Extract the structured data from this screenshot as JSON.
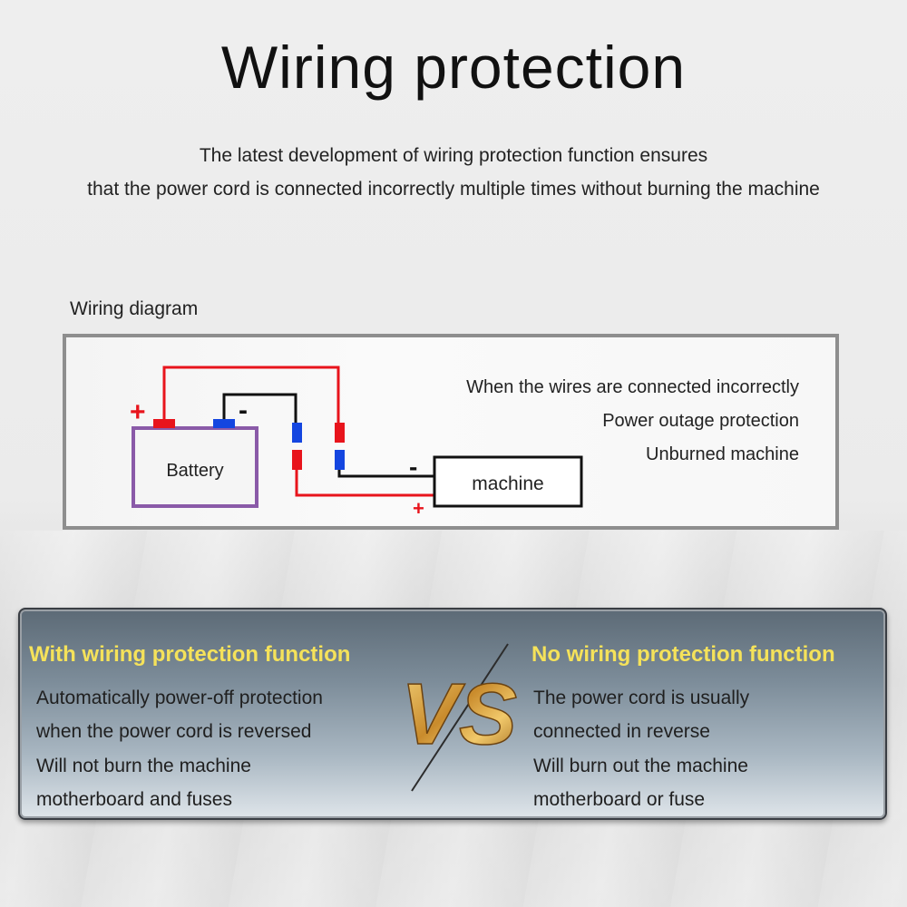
{
  "header": {
    "title": "Wiring protection",
    "subtitle_line1": "The latest development of wiring protection function ensures",
    "subtitle_line2": "that the power cord is connected incorrectly multiple times without burning the machine"
  },
  "diagram": {
    "label": "Wiring diagram",
    "battery_label": "Battery",
    "machine_label": "machine",
    "plus_sign": "+",
    "minus_sign": "-",
    "descriptions": [
      "When the wires are connected incorrectly",
      "Power outage protection",
      "Unburned machine"
    ],
    "colors": {
      "red": "#e8141c",
      "blue": "#1446e0",
      "battery_border": "#8a5aa8",
      "black": "#111111"
    }
  },
  "comparison": {
    "left": {
      "title": "With wiring protection function",
      "lines": [
        "Automatically power-off protection",
        "when the power cord is reversed",
        "Will not burn the machine",
        "motherboard and fuses"
      ]
    },
    "vs": "VS",
    "right": {
      "title": "No wiring protection function",
      "lines": [
        "The power cord is usually",
        "connected in reverse",
        "Will burn out the machine",
        "motherboard or fuse"
      ]
    },
    "colors": {
      "title": "#f5e25a",
      "vs_gold": "#d9a441"
    }
  }
}
